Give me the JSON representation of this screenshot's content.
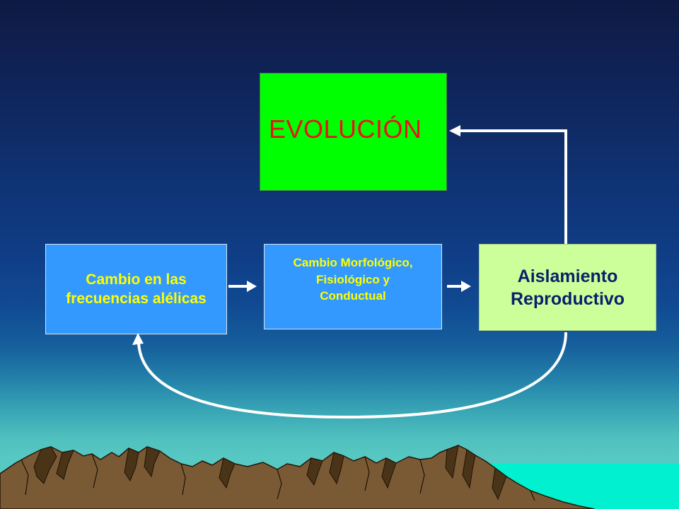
{
  "diagram": {
    "evolution_label": "EVOLUCIÓN",
    "allele_change_label": "Cambio en las frecuencias alélicas",
    "trait_change_label": "Cambio Morfológico, Fisiológico y Conductual",
    "isolation_label": "Aislamiento Reproductivo"
  },
  "colors": {
    "evolution_box": "#00ff00",
    "evolution_text": "#e8141c",
    "blue_box": "#3399ff",
    "blue_box_text": "#ffff00",
    "isolation_box": "#ccff99",
    "isolation_text": "#0a1f6b",
    "arrows": "#ffffff",
    "mountains": "#7a5a35"
  }
}
